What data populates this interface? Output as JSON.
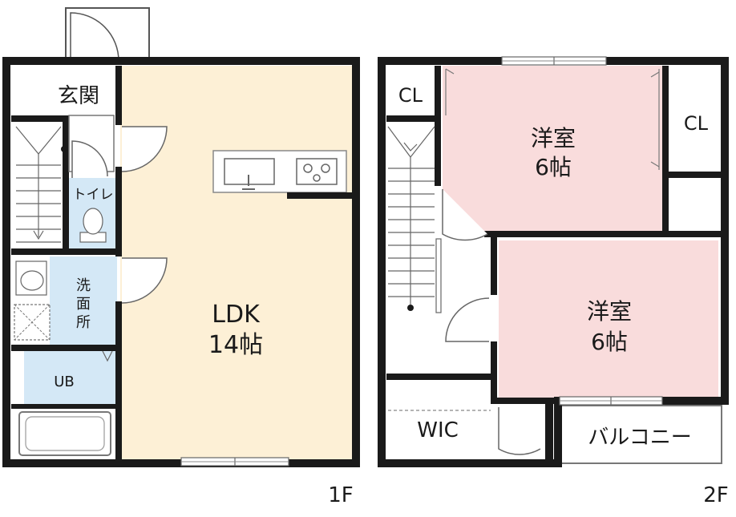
{
  "colors": {
    "wall": "#1a1a1a",
    "ldk_floor": "#fdf0d6",
    "wet_area": "#d4e8f6",
    "bedroom_floor": "#f9dcdc"
  },
  "floor1": {
    "label": "1F",
    "rooms": {
      "entrance": "玄関",
      "toilet": "トイレ",
      "washroom": "洗面所",
      "bath": "UB",
      "ldk_name": "LDK",
      "ldk_size": "14帖"
    }
  },
  "floor2": {
    "label": "2F",
    "rooms": {
      "closet_left": "CL",
      "closet_right": "CL",
      "bedroom1_name": "洋室",
      "bedroom1_size": "6帖",
      "bedroom2_name": "洋室",
      "bedroom2_size": "6帖",
      "wic": "WIC",
      "balcony": "バルコニー"
    }
  }
}
